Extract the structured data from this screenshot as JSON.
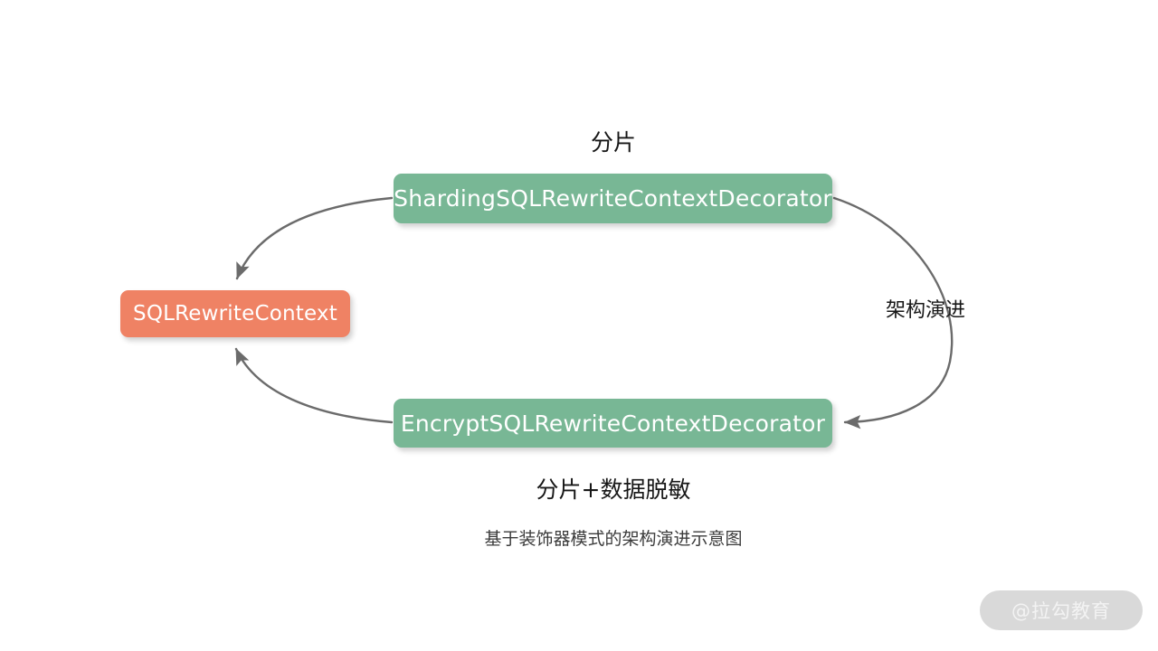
{
  "diagram": {
    "caption": "基于装饰器模式的架构演进示意图",
    "background_color": "#ffffff",
    "nodes": [
      {
        "id": "sharding",
        "label": "ShardingSQLRewriteContextDecorator",
        "color": "#78b795",
        "role": "decorator"
      },
      {
        "id": "context",
        "label": "SQLRewriteContext",
        "color": "#ef8264",
        "role": "component"
      },
      {
        "id": "encrypt",
        "label": "EncryptSQLRewriteContextDecorator",
        "color": "#78b795",
        "role": "decorator"
      }
    ],
    "edge_labels": {
      "top": "分片",
      "bottom": "分片+数据脱敏",
      "right": "架构演进"
    },
    "edges": [
      {
        "from": "sharding",
        "to": "context",
        "label": "分片"
      },
      {
        "from": "encrypt",
        "to": "context",
        "label": "分片+数据脱敏"
      },
      {
        "from": "sharding",
        "to": "encrypt",
        "label": "架构演进"
      }
    ],
    "stroke_color": "#6b6b6b"
  },
  "watermark": {
    "text": "@拉勾教育",
    "background_color": "#d9d9d9",
    "text_color": "#f3f3f3"
  }
}
